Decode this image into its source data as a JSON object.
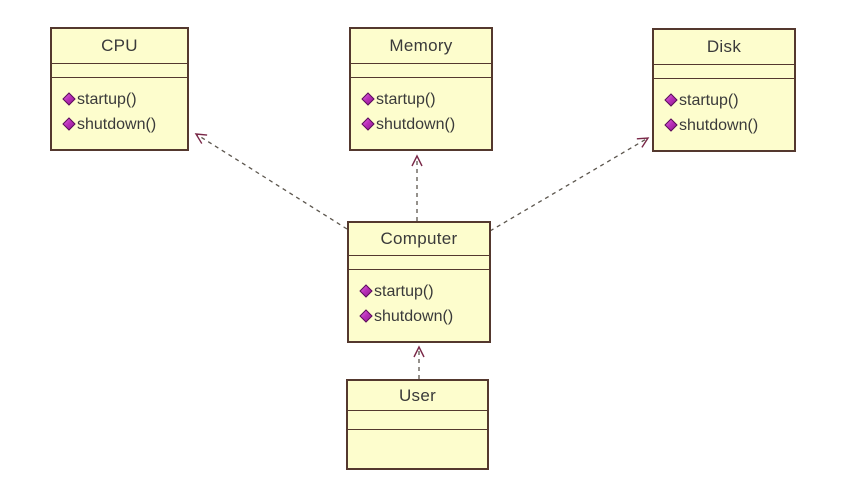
{
  "diagram": {
    "kind": "uml-class-diagram",
    "background": "#FFFFFF",
    "colors": {
      "class_fill": "#FDFDCD",
      "class_border": "#54382E",
      "text": "#3A3A3A",
      "dependency_dash": "#5C564E",
      "arrowhead": "#7A2848",
      "operation_icon_fill": "#BB2FBB",
      "operation_icon_highlight": "#DC66DC",
      "operation_icon_stroke": "#5A0A5A"
    },
    "classes": [
      {
        "name": "CPU",
        "attributes": [],
        "methods": [
          "startup()",
          "shutdown()"
        ]
      },
      {
        "name": "Memory",
        "attributes": [],
        "methods": [
          "startup()",
          "shutdown()"
        ]
      },
      {
        "name": "Disk",
        "attributes": [],
        "methods": [
          "startup()",
          "shutdown()"
        ]
      },
      {
        "name": "Computer",
        "attributes": [],
        "methods": [
          "startup()",
          "shutdown()"
        ]
      },
      {
        "name": "User",
        "attributes": [],
        "methods": []
      }
    ],
    "relations": [
      {
        "from": "Computer",
        "to": "CPU",
        "style": "dashed",
        "arrow": "open"
      },
      {
        "from": "Computer",
        "to": "Memory",
        "style": "dashed",
        "arrow": "open"
      },
      {
        "from": "Computer",
        "to": "Disk",
        "style": "dashed",
        "arrow": "open"
      },
      {
        "from": "User",
        "to": "Computer",
        "style": "dashed",
        "arrow": "open"
      }
    ]
  }
}
